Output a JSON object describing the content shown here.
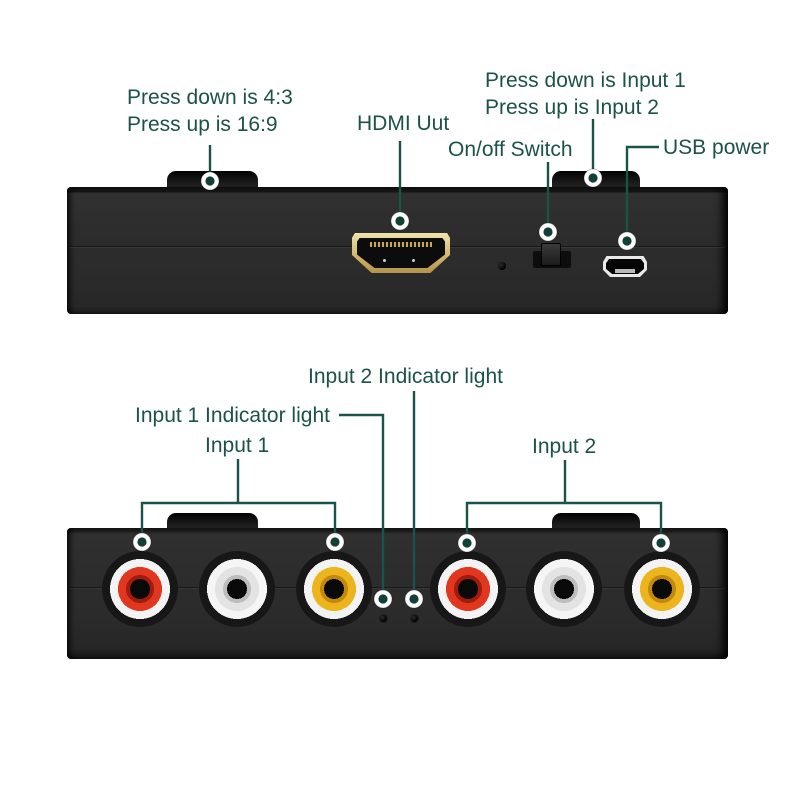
{
  "top_view": {
    "aspect_label_line1": "Press down is 4:3",
    "aspect_label_line2": "Press up is 16:9",
    "hdmi_label": "HDMI Uut",
    "onoff_label": "On/off Switch",
    "input_select_line1": "Press down is Input 1",
    "input_select_line2": "Press up is Input 2",
    "usb_label": "USB power"
  },
  "bottom_view": {
    "input2_indicator_label": "Input 2 Indicator light",
    "input1_indicator_label": "Input 1 Indicator light",
    "input1_label": "Input 1",
    "input2_label": "Input 2"
  },
  "colors": {
    "annotation_teal": "#1b5249",
    "marker_dot": "#123f37",
    "device_body": "#2d2d2d",
    "hdmi_gold": "#d4bd7a",
    "rca_red": "#e2371f",
    "rca_white": "#e3e3e3",
    "rca_yellow": "#ecb51e",
    "background": "#ffffff"
  }
}
